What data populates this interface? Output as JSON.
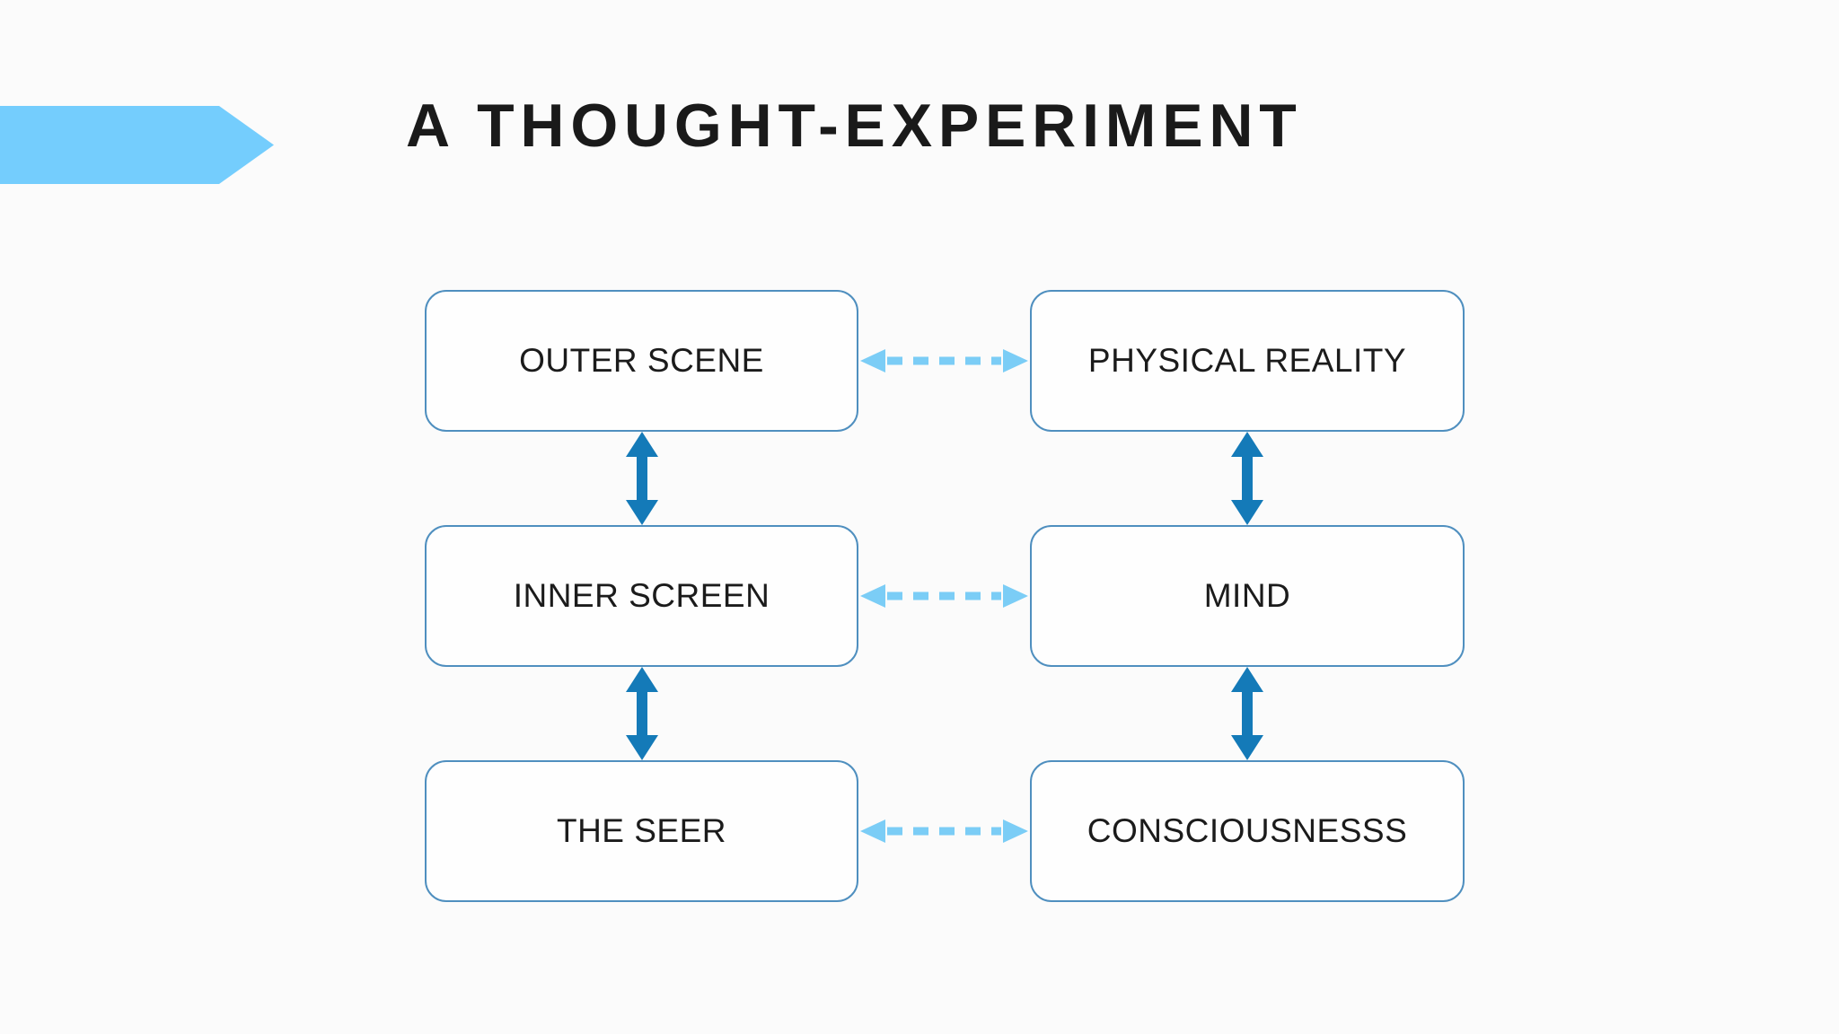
{
  "slide": {
    "title": "A THOUGHT-EXPERIMENT"
  },
  "colors": {
    "background": "#FBFBFB",
    "banner": "#74CDFD",
    "solid_arrow": "#147AB8",
    "dashed_arrow": "#7BCDF6",
    "box_border": "#4F8FBF",
    "box_fill": "#FEFEFE",
    "title_text": "#1A1A1A",
    "box_text": "#1B1B1B"
  },
  "diagram": {
    "boxes": [
      {
        "id": "outer-scene",
        "label": "OUTER SCENE",
        "column": "left",
        "row": 1
      },
      {
        "id": "physical-reality",
        "label": "PHYSICAL REALITY",
        "column": "right",
        "row": 1
      },
      {
        "id": "inner-screen",
        "label": "INNER SCREEN",
        "column": "left",
        "row": 2
      },
      {
        "id": "mind",
        "label": "MIND",
        "column": "right",
        "row": 2
      },
      {
        "id": "the-seer",
        "label": "THE SEER",
        "column": "left",
        "row": 3
      },
      {
        "id": "consciousnesss",
        "label": "CONSCIOUSNESSS",
        "column": "right",
        "row": 3
      }
    ],
    "connections": [
      {
        "from": "OUTER SCENE",
        "to": "PHYSICAL REALITY",
        "type": "dashed-double-arrow"
      },
      {
        "from": "INNER SCREEN",
        "to": "MIND",
        "type": "dashed-double-arrow"
      },
      {
        "from": "THE SEER",
        "to": "CONSCIOUSNESSS",
        "type": "dashed-double-arrow"
      },
      {
        "from": "OUTER SCENE",
        "to": "INNER SCREEN",
        "type": "solid-double-arrow"
      },
      {
        "from": "INNER SCREEN",
        "to": "THE SEER",
        "type": "solid-double-arrow"
      },
      {
        "from": "PHYSICAL REALITY",
        "to": "MIND",
        "type": "solid-double-arrow"
      },
      {
        "from": "MIND",
        "to": "CONSCIOUSNESSS",
        "type": "solid-double-arrow"
      }
    ]
  }
}
